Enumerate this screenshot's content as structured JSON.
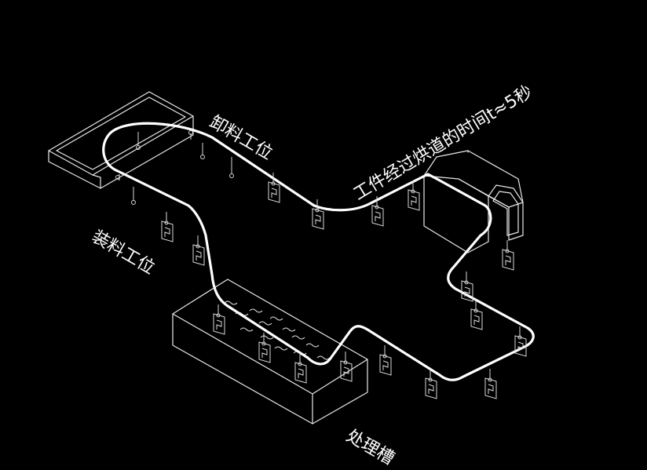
{
  "labels": {
    "unload_station": "卸料工位",
    "load_station": "装料工位",
    "oven_time": "工件经过烘道的时间t≈5秒",
    "treatment_tank": "处理槽"
  },
  "colors": {
    "background": "#000000",
    "lines": "#ffffff"
  }
}
